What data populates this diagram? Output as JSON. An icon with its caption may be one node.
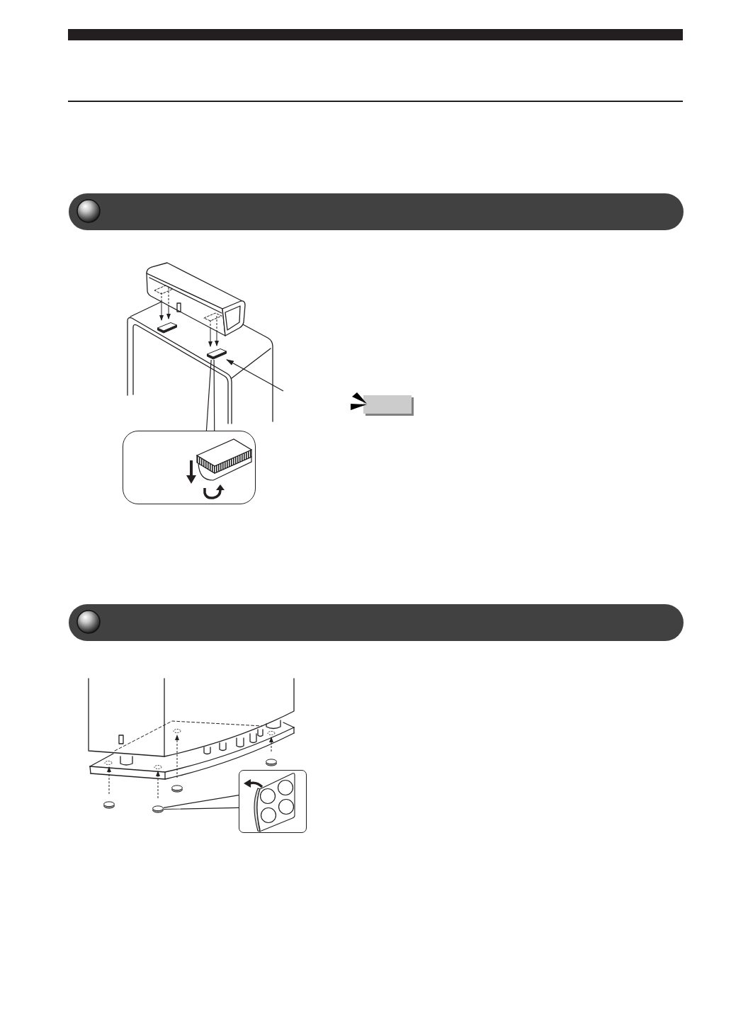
{
  "diagram": {
    "nodes": [
      {
        "text": [],
        "shape": "bar"
      },
      {
        "text": [],
        "shape": "box"
      },
      {
        "text": [],
        "shape": "box"
      },
      {
        "text": [],
        "shape": "box"
      },
      {
        "text": [],
        "shape": "box"
      },
      {
        "text": [],
        "shape": "bar"
      },
      {
        "text": [],
        "shape": "circle"
      },
      {
        "text": [],
        "shape": "circle"
      },
      {
        "text": [],
        "shape": "circle"
      },
      {
        "text": [],
        "shape": "circle"
      },
      {
        "text": [],
        "shape": "box"
      }
    ],
    "edges": [
      {
        "from": null,
        "to": 2,
        "arrow": "to"
      },
      {
        "from": 2,
        "to": 3,
        "arrow": "none"
      },
      {
        "from": 7,
        "to": 10,
        "arrow": "none"
      }
    ]
  }
}
